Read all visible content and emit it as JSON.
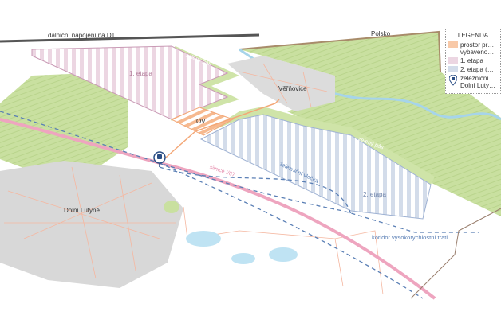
{
  "labels": {
    "highway": "dálniční napojení na D1",
    "country": "Polsko",
    "stage1": "1. etapa",
    "stage2": "2. etapa",
    "green_belt_1": "zelený pás",
    "green_belt_2": "zelený pás",
    "village_1": "Věřňovice",
    "village_2": "Dolní Lutyně",
    "ov": "OV",
    "road": "silnice I/67",
    "rail_siding": "železniční vlečka",
    "hsr_corridor": "koridor vysokorychlostní trati"
  },
  "legend": {
    "title": "LEGENDA",
    "items": [
      {
        "label": "prostor pr…",
        "label2": "vybaveno…",
        "color": "#f8c9a8"
      },
      {
        "label": "1. etapa",
        "color": "#ecd6e2"
      },
      {
        "label": "2. etapa (…",
        "color": "#d3dcea"
      },
      {
        "label": "železniční …",
        "label2": "Dolní Luty…",
        "icon": "train-station-pin-icon"
      }
    ]
  },
  "colors": {
    "green": "#cfe4a8",
    "pink": "#eb9db8",
    "blue": "#5a7fb5",
    "orange": "#f3a777",
    "gray": "#d9d9d9"
  }
}
